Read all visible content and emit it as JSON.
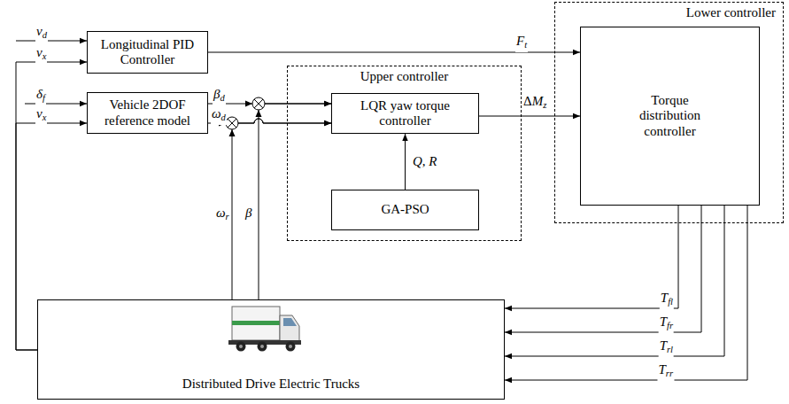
{
  "diagram": {
    "nodes": [
      {
        "text": [
          "Longitudinal PID Controller"
        ]
      },
      {
        "text": [
          "Vehicle 2DOF reference model"
        ]
      },
      {
        "text": [
          "Upper controller"
        ]
      },
      {
        "text": [
          "LQR yaw torque controller"
        ],
        "in": 2
      },
      {
        "text": [
          "GA-PSO"
        ],
        "in": 2
      },
      {
        "text": [
          "Lower controller"
        ]
      },
      {
        "text": [
          "Torque distribution controller"
        ],
        "in": 5
      },
      {
        "text": [
          "Distributed Drive Electric Trucks"
        ]
      }
    ],
    "edges": [
      {
        "from": 0,
        "to": 6,
        "arrow": "to",
        "label": "Ft"
      },
      {
        "from": 1,
        "to": 3,
        "arrow": "to",
        "label": "βd"
      },
      {
        "from": 1,
        "to": 3,
        "arrow": "to",
        "label": "ωd"
      },
      {
        "from": 7,
        "to": 3,
        "arrow": "to",
        "label": "ωr"
      },
      {
        "from": 7,
        "to": 3,
        "arrow": "to",
        "label": "β"
      },
      {
        "from": 4,
        "to": 3,
        "arrow": "to",
        "label": "Q, R"
      },
      {
        "from": 3,
        "to": 6,
        "arrow": "to",
        "label": "ΔMz"
      },
      {
        "from": 6,
        "to": 7,
        "arrow": "to",
        "label": "Tfl"
      },
      {
        "from": 6,
        "to": 7,
        "arrow": "to",
        "label": "Tfr"
      },
      {
        "from": 6,
        "to": 7,
        "arrow": "to",
        "label": "Trl"
      },
      {
        "from": 6,
        "to": 7,
        "arrow": "to",
        "label": "Trr"
      },
      {
        "from": 7,
        "to": 0,
        "arrow": "to",
        "label": "vx"
      },
      {
        "from": 7,
        "to": 1,
        "arrow": "to",
        "label": "vx"
      }
    ],
    "labels": [
      "vd",
      "δf"
    ]
  }
}
